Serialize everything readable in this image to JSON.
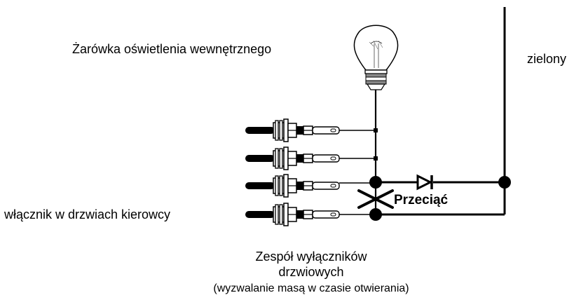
{
  "labels": {
    "bulb": "Żarówka oświetlenia wewnętrznego",
    "green": "zielony",
    "cut": "Przeciąć",
    "driver_switch": "włącznik w drzwiach kierowcy",
    "assembly_line1": "Zespół wyłączników",
    "assembly_line2": "drzwiowych",
    "assembly_note": "(wyzwalanie masą w czasie otwierania)"
  },
  "icons": {
    "bulb": "light-bulb-icon",
    "switch": "door-switch-icon",
    "diode": "diode-icon",
    "cut": "cut-mark-icon"
  },
  "colors": {
    "line": "#000000",
    "background": "#ffffff"
  }
}
